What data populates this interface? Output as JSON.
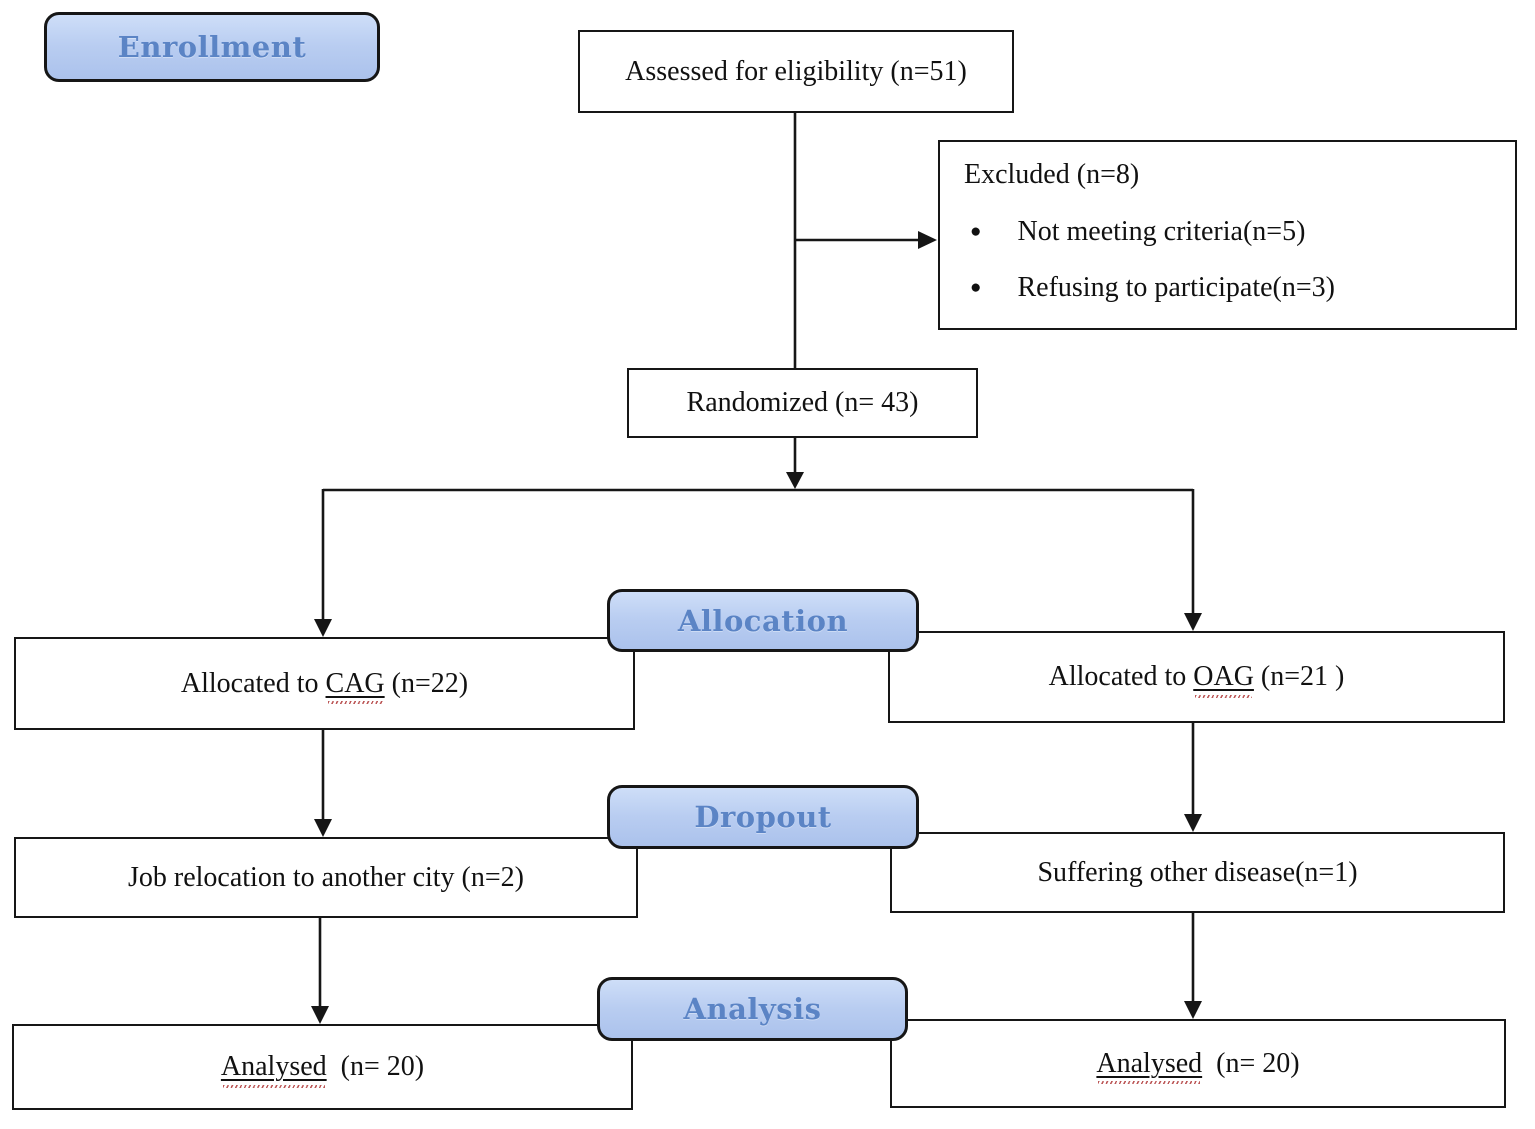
{
  "diagram": {
    "stages": {
      "enrollment": "Enrollment",
      "allocation": "Allocation",
      "dropout": "Dropout",
      "analysis": "Analysis"
    },
    "nodes": {
      "assessed": "Assessed for eligibility (n=51)",
      "excluded": {
        "title": "Excluded (n=8)",
        "bullet_glyph": "●",
        "items": [
          "Not meeting criteria(n=5)",
          "Refusing to participate(n=3)"
        ]
      },
      "randomized": "Randomized (n= 43)",
      "allocated_cag": {
        "prefix": "Allocated to ",
        "word": "CAG",
        "suffix": " (n=22)"
      },
      "allocated_oag": {
        "prefix": "Allocated to ",
        "word": "OAG",
        "suffix": " (n=21 )"
      },
      "dropout_cag": "Job relocation to another city (n=2)",
      "dropout_oag": "Suffering other disease(n=1)",
      "analysed_cag": {
        "word": "Analysed",
        "suffix": "  (n= 20)"
      },
      "analysed_oag": {
        "word": "Analysed",
        "suffix": "  (n= 20)"
      }
    },
    "colors": {
      "stage_fill": "#b9cdf1",
      "stage_text": "#5b84c5",
      "line": "#161616",
      "spellcheck": "#b03a3a"
    }
  }
}
